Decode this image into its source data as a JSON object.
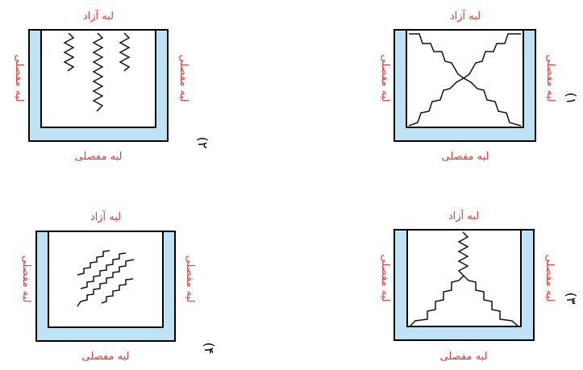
{
  "colors": {
    "label": "#e53935",
    "frame_fill": "#bfe3f5",
    "outline": "#000000",
    "crack": "#111111"
  },
  "panels": [
    {
      "number": "(۱",
      "label_top": "لبه آزاد",
      "label_bottom": "لبه مفصلی",
      "label_left": "لبه مفصلی",
      "label_right": "لبه مفصلی",
      "crack_pattern": "x-diagonal"
    },
    {
      "number": "(۲",
      "label_top": "لبه آزاد",
      "label_bottom": "لبه مفصلی",
      "label_left": "لبه مفصلی",
      "label_right": "لبه مفصلی",
      "crack_pattern": "vertical-from-free-edge"
    },
    {
      "number": "(۳",
      "label_top": "لبه آزاد",
      "label_bottom": "لبه مفصلی",
      "label_left": "لبه مفصلی",
      "label_right": "لبه مفصلی",
      "crack_pattern": "y-shaped"
    },
    {
      "number": "(۴",
      "label_top": "لبه آزاد",
      "label_bottom": "لبه مفصلی",
      "label_left": "لبه مفصلی",
      "label_right": "لبه مفصلی",
      "crack_pattern": "inclined-parallel"
    }
  ]
}
